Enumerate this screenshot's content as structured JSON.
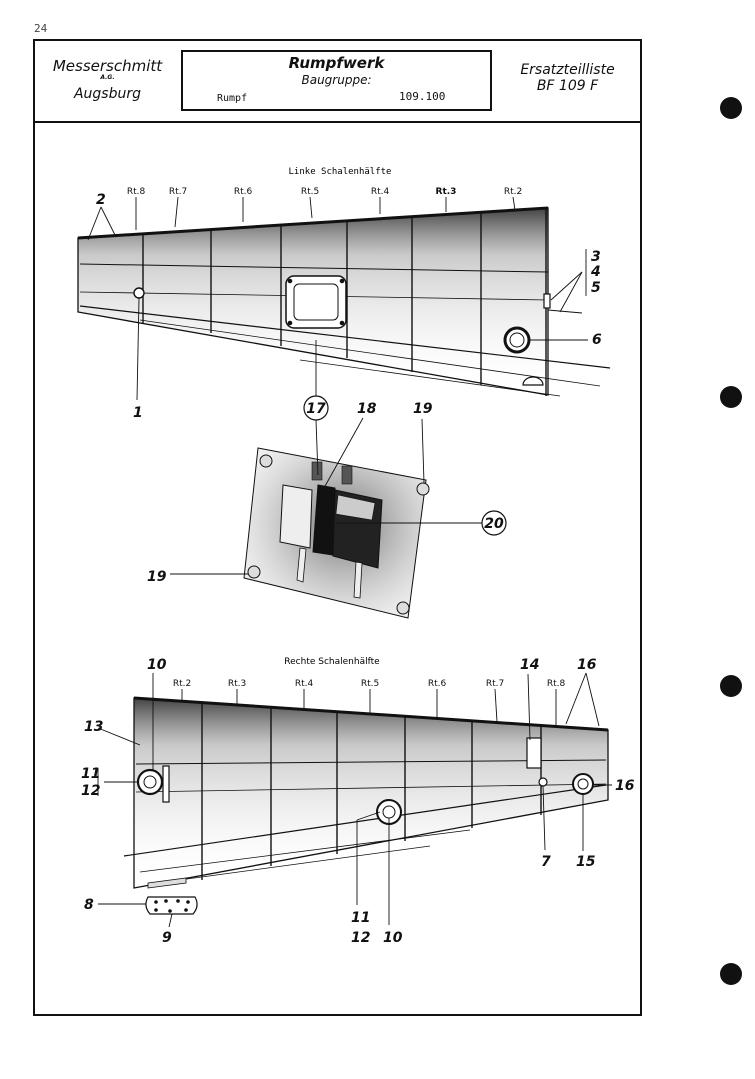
{
  "page_number": "24",
  "header": {
    "manufacturer": "Messerschmitt",
    "manufacturer_sub": "A.G.",
    "city": "Augsburg",
    "title": "Rumpfwerk",
    "group_label": "Baugruppe:",
    "group_name": "Rumpf",
    "group_number": "109.100",
    "list_title": "Ersatzteilliste",
    "aircraft": "BF 109 F"
  },
  "upper_view": {
    "caption": "Linke Schalenhälfte",
    "frames": [
      "Rt.8",
      "Rt.7",
      "Rt.6",
      "Rt.5",
      "Rt.4",
      "Rt.3",
      "Rt.2"
    ],
    "callouts": [
      "2",
      "1",
      "3",
      "4",
      "5",
      "6",
      "17",
      "18",
      "19",
      "20",
      "19"
    ]
  },
  "lower_view": {
    "caption": "Rechte Schalenhälfte",
    "frames": [
      "Rt.2",
      "Rt.3",
      "Rt.4",
      "Rt.5",
      "Rt.6",
      "Rt.7",
      "Rt.8"
    ],
    "callouts": [
      "10",
      "13",
      "11",
      "12",
      "14",
      "16",
      "16",
      "7",
      "15",
      "11",
      "12",
      "10",
      "8",
      "9"
    ]
  },
  "colors": {
    "ink": "#111111",
    "paper": "#ffffff",
    "shade": "#555555"
  }
}
